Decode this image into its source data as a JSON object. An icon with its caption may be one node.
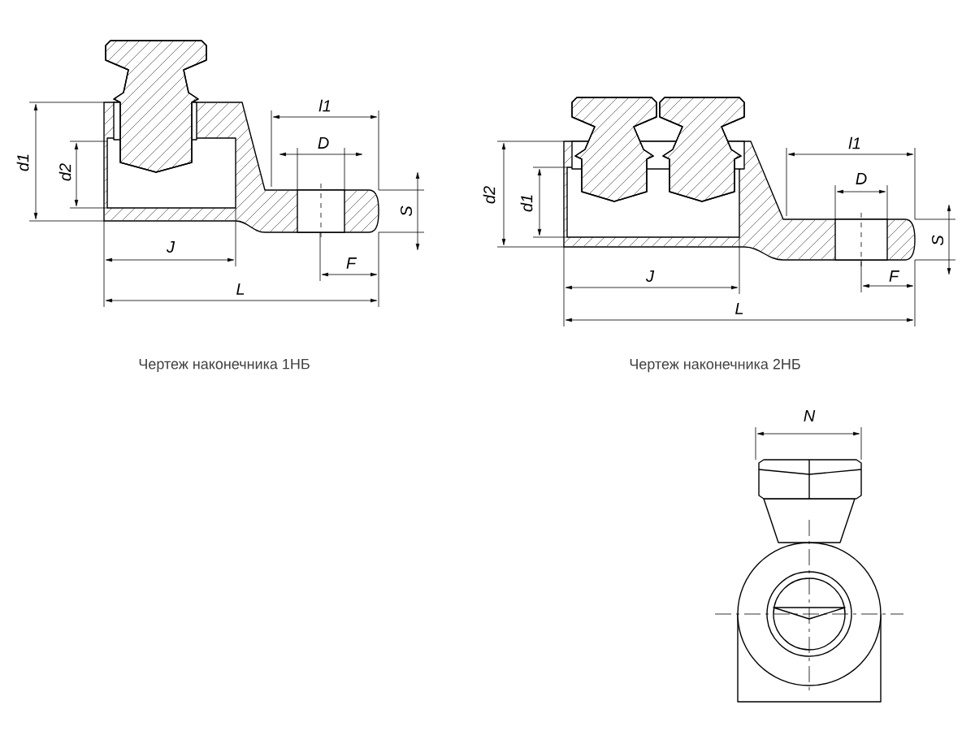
{
  "diagram": {
    "labels": [
      "d1",
      "d2",
      "l1",
      "D",
      "S",
      "J",
      "F",
      "L",
      "Чертеж наконечника 1НБ",
      "d2",
      "d1",
      "l1",
      "D",
      "S",
      "J",
      "F",
      "L",
      "Чертеж наконечника 2НБ",
      "N"
    ]
  }
}
